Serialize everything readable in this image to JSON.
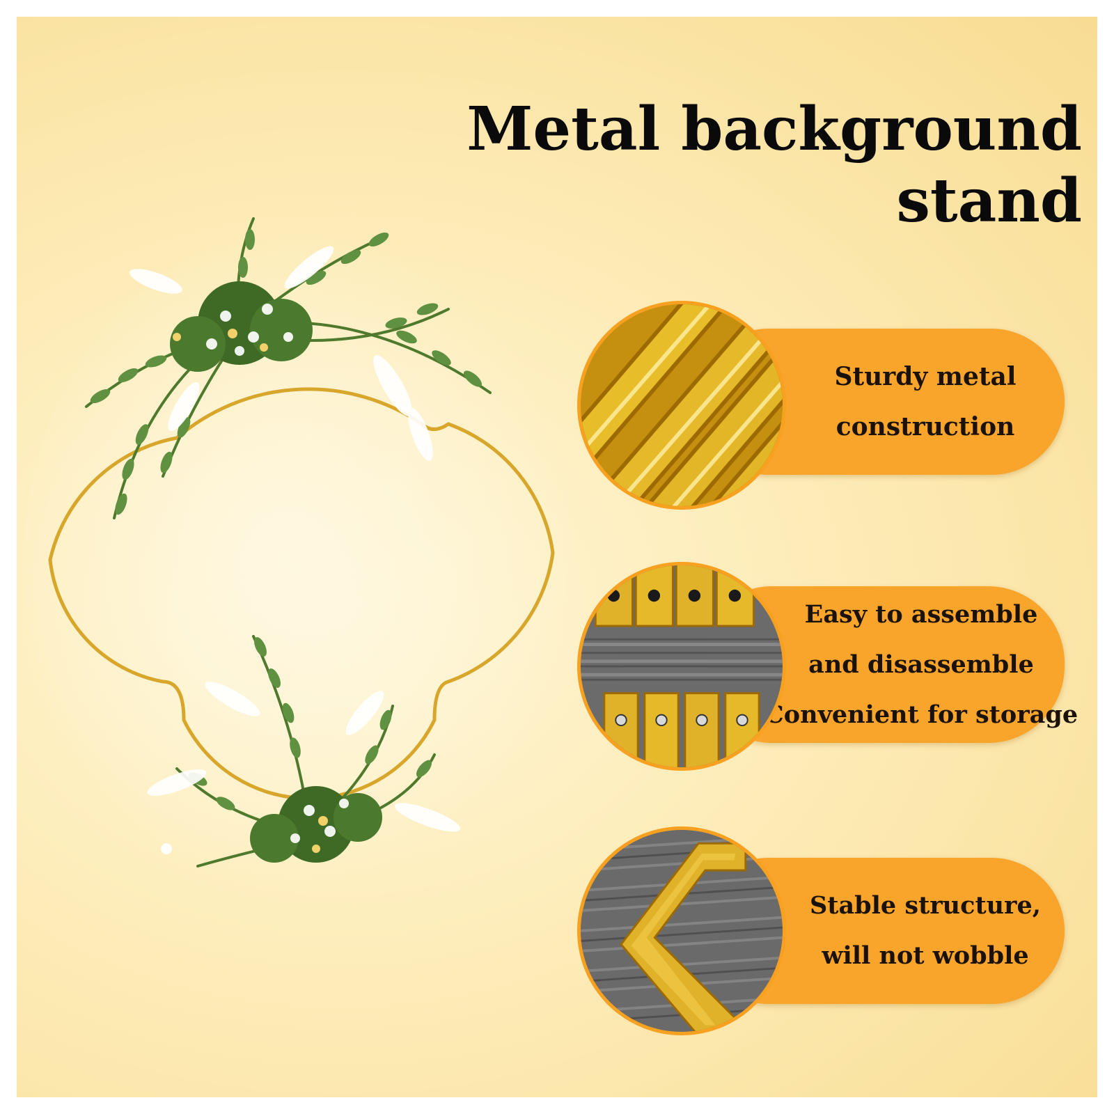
{
  "title": "Metal background stand",
  "colors": {
    "background": "#fdecb8",
    "accent": "#f9a42a",
    "metal_gold": "#e2b21a",
    "foliage": "#5b8a3a"
  },
  "features": [
    {
      "icon": "metal-tubes-icon",
      "lines": [
        "Sturdy metal",
        "construction"
      ]
    },
    {
      "icon": "connector-tubes-icon",
      "lines": [
        "Easy to assemble",
        "and disassemble",
        "Convenient for storage"
      ]
    },
    {
      "icon": "corner-joint-icon",
      "lines": [
        "Stable structure,",
        "will not wobble"
      ]
    }
  ]
}
